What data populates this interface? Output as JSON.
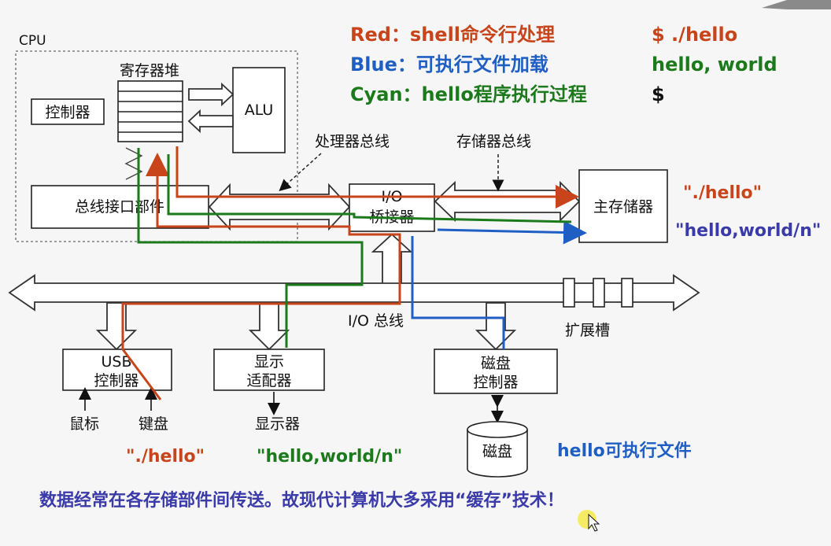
{
  "legend": [
    {
      "text": "Red：shell命令行处理",
      "color": "#c8441a"
    },
    {
      "text": "Blue：可执行文件加载",
      "color": "#1f5fc4"
    },
    {
      "text": "Cyan：hello程序执行过程",
      "color": "#1c7a1c"
    }
  ],
  "terminal": [
    {
      "text": "$ ./hello",
      "color": "#c8441a"
    },
    {
      "text": "hello, world",
      "color": "#1c7a1c"
    },
    {
      "text": "$",
      "color": "#111111"
    }
  ],
  "cpu": {
    "label": "CPU",
    "register_file": "寄存器堆",
    "controller": "控制器",
    "alu": "ALU",
    "bus_interface": "总线接口部件"
  },
  "buses": {
    "processor_bus": "处理器总线",
    "memory_bus": "存储器总线",
    "io_bus": "I/O 总线",
    "expansion_slot": "扩展槽"
  },
  "io_bridge": {
    "line1": "I/O",
    "line2": "桥接器"
  },
  "main_memory": "主存储器",
  "memory_notes": [
    {
      "text": "\"./hello\"",
      "color": "#c8441a"
    },
    {
      "text": "\"hello,world/n\"",
      "color": "#3a3aa8"
    }
  ],
  "usb": {
    "line1": "USB",
    "line2": "控制器",
    "mouse": "鼠标",
    "keyboard": "键盘"
  },
  "display": {
    "line1": "显示",
    "line2": "适配器",
    "monitor": "显示器"
  },
  "disk": {
    "line1": "磁盘",
    "line2": "控制器",
    "disk": "磁盘"
  },
  "bottom_notes": [
    {
      "text": "\"./hello\"",
      "color": "#c8441a"
    },
    {
      "text": "\"hello,world/n\"",
      "color": "#1c7a1c"
    },
    {
      "text": "hello可执行文件",
      "color": "#1f5fc4"
    }
  ],
  "footer": "数据经常在各存储部件间传送。故现代计算机大多采用“缓存”技术！",
  "colors": {
    "red": "#c8441a",
    "blue": "#1f5fc4",
    "green": "#1c7a1c",
    "footer": "#3a3aa8"
  }
}
